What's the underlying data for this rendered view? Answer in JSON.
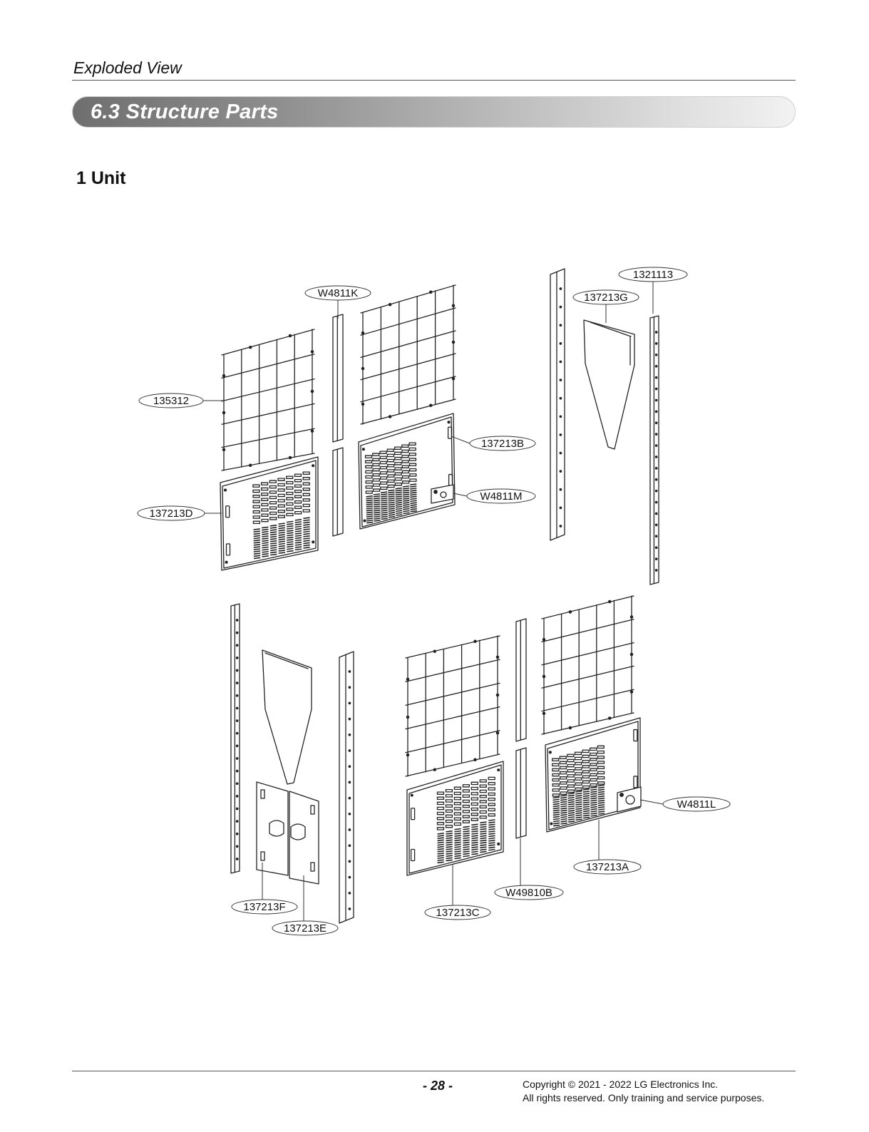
{
  "header": {
    "title": "Exploded View"
  },
  "section": {
    "title": "6.3  Structure Parts"
  },
  "subsection": {
    "title": "1 Unit"
  },
  "parts": [
    {
      "code": "W4811K"
    },
    {
      "code": "1321113"
    },
    {
      "code": "137213G"
    },
    {
      "code": "135312"
    },
    {
      "code": "137213B"
    },
    {
      "code": "W4811M"
    },
    {
      "code": "137213D"
    },
    {
      "code": "W4811L"
    },
    {
      "code": "137213A"
    },
    {
      "code": "W49810B"
    },
    {
      "code": "137213C"
    },
    {
      "code": "137213F"
    },
    {
      "code": "137213E"
    }
  ],
  "footer": {
    "page_number": "- 28 -",
    "copyright_line1": "Copyright © 2021 - 2022 LG Electronics Inc.",
    "copyright_line2": "All rights reserved. Only training and service purposes."
  }
}
